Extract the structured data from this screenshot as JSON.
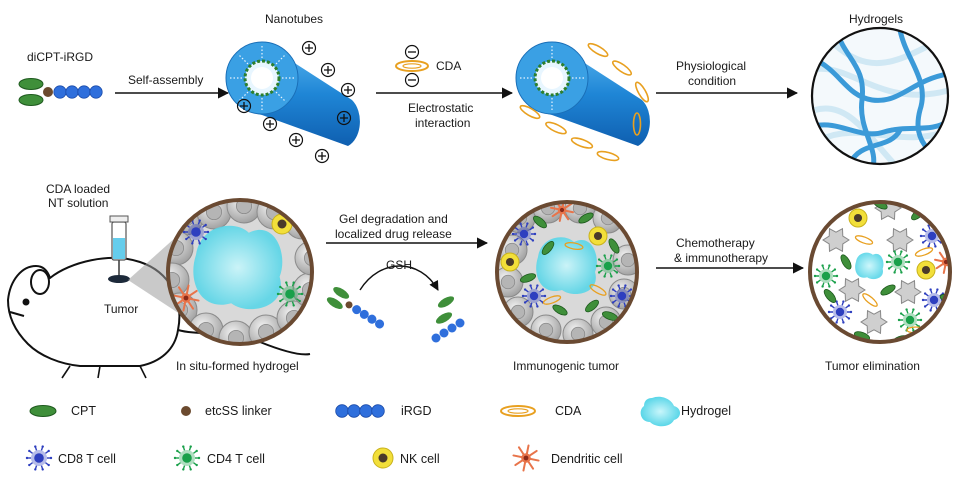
{
  "top_row": {
    "molecule_label": "diCPT-iRGD",
    "step1_label": "Self-assembly",
    "nanotubes_label": "Nanotubes",
    "cda_label": "CDA",
    "step2_label_line1": "Electrostatic",
    "step2_label_line2": "interaction",
    "step3_label_line1": "Physiological",
    "step3_label_line2": "condition",
    "hydrogels_label": "Hydrogels"
  },
  "bottom_row": {
    "injection_label_line1": "CDA loaded",
    "injection_label_line2": "NT solution",
    "tumor_label": "Tumor",
    "panel1_caption": "In situ-formed hydrogel",
    "step4_label_line1": "Gel degradation and",
    "step4_label_line2": "localized drug release",
    "gsh_label": "GSH",
    "panel2_caption": "Immunogenic tumor",
    "step5_label_line1": "Chemotherapy",
    "step5_label_line2": "& immunotherapy",
    "panel3_caption": "Tumor elimination"
  },
  "legend": {
    "row1": [
      {
        "icon": "cpt-ellipse-icon",
        "label": "CPT"
      },
      {
        "icon": "linker-dot-icon",
        "label": "etcSS linker"
      },
      {
        "icon": "irgd-beads-icon",
        "label": "iRGD"
      },
      {
        "icon": "cda-ring-icon",
        "label": "CDA"
      },
      {
        "icon": "hydrogel-blob-icon",
        "label": "Hydrogel"
      }
    ],
    "row2": [
      {
        "icon": "cd8-cell-icon",
        "label": "CD8 T cell"
      },
      {
        "icon": "cd4-cell-icon",
        "label": "CD4 T cell"
      },
      {
        "icon": "nk-cell-icon",
        "label": "NK cell"
      },
      {
        "icon": "dendritic-cell-icon",
        "label": "Dendritic cell"
      }
    ]
  },
  "colors": {
    "cpt_green": "#3f8f3a",
    "linker_brown": "#6b4a2e",
    "irgd_blue": "#2f6fdc",
    "cda_orange": "#e8a020",
    "hydrogel_cyan": "#7fe3ef",
    "nanotube_blue": "#2b8fd8",
    "cd8_blue": "#2e3fbf",
    "cd4_green": "#19a04a",
    "nk_yellow": "#f2df3a",
    "dendritic_orange": "#e8744a",
    "tumor_cell_gray": "#c8c8c8",
    "panel_border": "#6a4a32"
  }
}
